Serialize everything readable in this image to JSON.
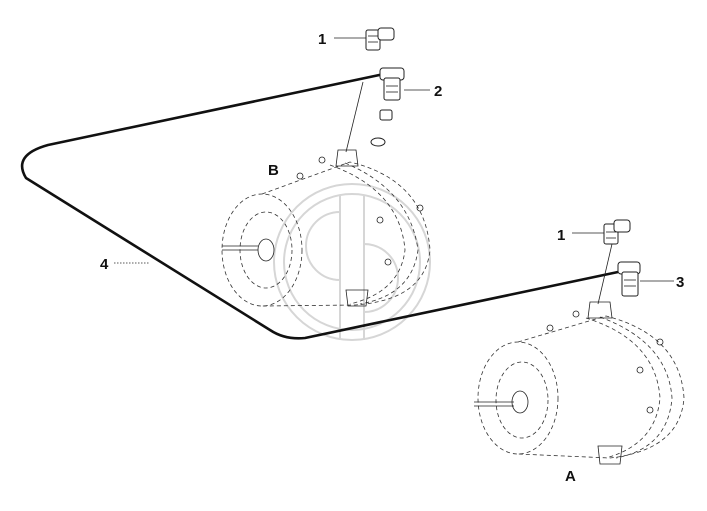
{
  "labels": {
    "fitting_1_top": "1",
    "fitting_2": "2",
    "fitting_1_right": "1",
    "fitting_3": "3",
    "hose_4": "4",
    "motor_b": "B",
    "motor_a": "A"
  },
  "colors": {
    "line": "#111111",
    "watermark": "#d6d6d6",
    "background": "#ffffff"
  }
}
